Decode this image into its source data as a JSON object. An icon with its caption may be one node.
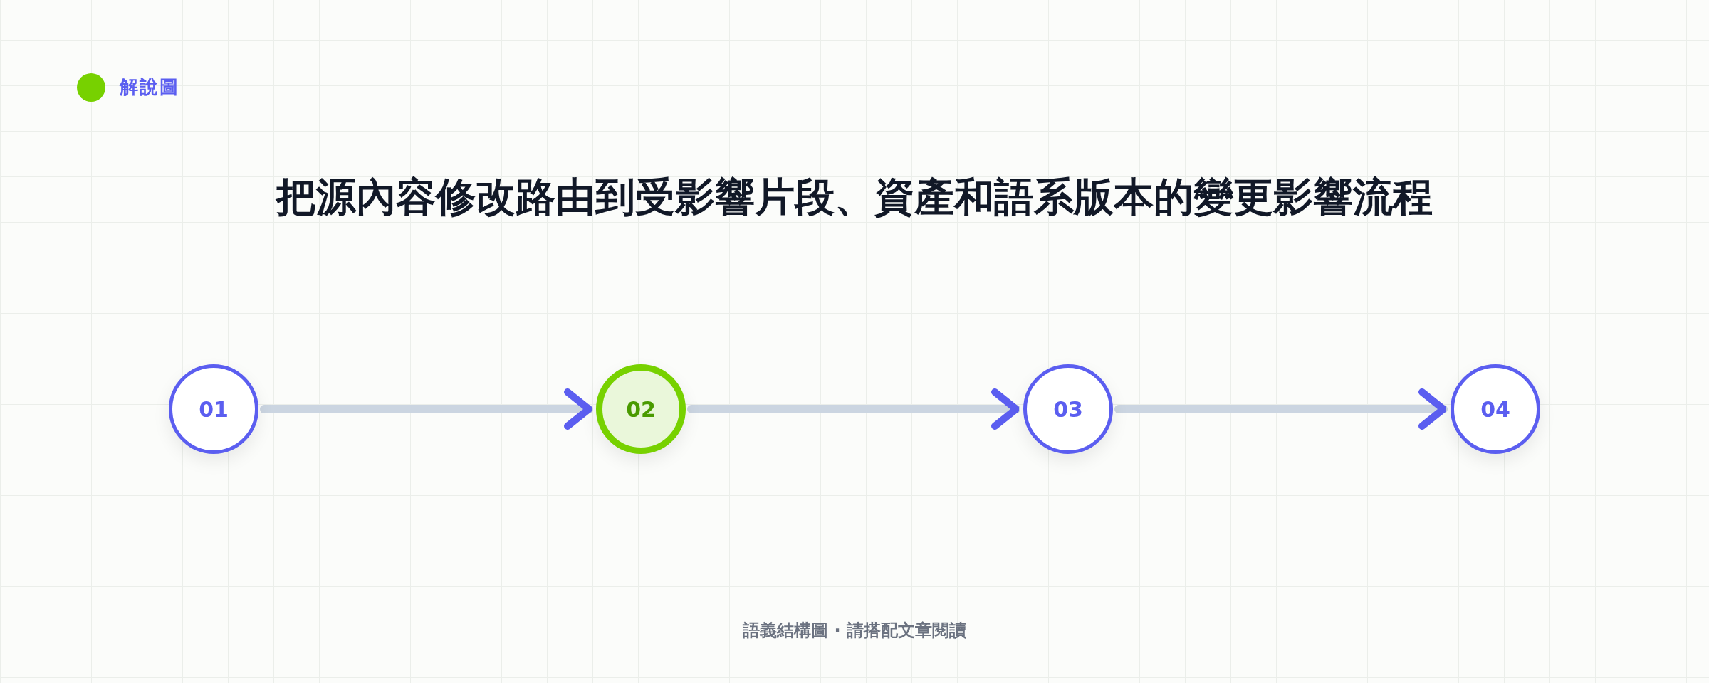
{
  "diagram": {
    "title": "把源內容修改路由到受影響片段、資產和語系版本的變更影響流程",
    "nodes": [
      {
        "text": [
          "01"
        ]
      },
      {
        "text": [
          "02"
        ]
      },
      {
        "text": [
          "03"
        ]
      },
      {
        "text": [
          "04"
        ]
      }
    ],
    "edges": [
      {
        "from": 0,
        "to": 1,
        "arrow": "to"
      },
      {
        "from": 1,
        "to": 2,
        "arrow": "to"
      },
      {
        "from": 2,
        "to": 3,
        "arrow": "to"
      }
    ],
    "labels": [
      "解說圖",
      "語義結構圖 · 請搭配文章閱讀"
    ]
  }
}
